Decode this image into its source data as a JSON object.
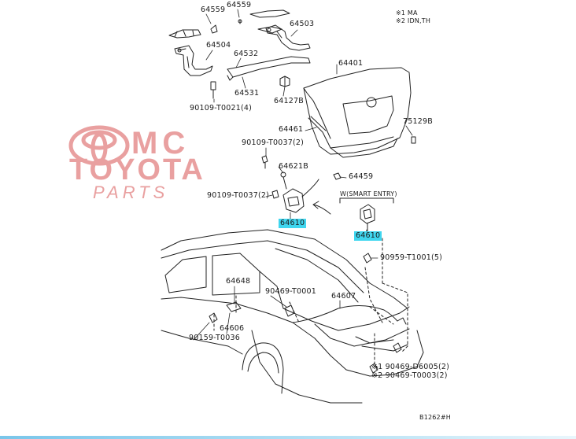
{
  "watermark": {
    "brand_top": "MC",
    "brand_main": "TOYOTA",
    "brand_sub": "PARTS"
  },
  "legend": {
    "note1": "※1 MA",
    "note2": "※2 IDN,TH"
  },
  "labels": {
    "p64559a": "64559",
    "p64559b": "64559",
    "p64503": "64503",
    "p64504": "64504",
    "p64532": "64532",
    "p64531": "64531",
    "p64127b": "64127B",
    "p64401": "64401",
    "p90109_t0021": "90109-T0021(4)",
    "p64461": "64461",
    "p75129b": "75129B",
    "p90109_t0037a": "90109-T0037(2)",
    "p64621b": "64621B",
    "p64459": "64459",
    "p90109_t0037b": "90109-T0037(2)",
    "p64610a": "64610",
    "smart_entry": "W(SMART ENTRY)",
    "p64610b": "64610",
    "p90959_t1001": "90959-T1001(5)",
    "p64648": "64648",
    "p90469_t0001": "90469-T0001",
    "p64607": "64607",
    "p64606": "64606",
    "p90159_t0036": "90159-T0036",
    "p90469_d6005": "※1 90469-D6005(2)",
    "p90469_t0003": "※2 90469-T0003(2)",
    "ref": "B1262#H"
  },
  "colors": {
    "line": "#222222",
    "highlight": "#3fd6ef",
    "watermark": "#e9a0a0"
  }
}
